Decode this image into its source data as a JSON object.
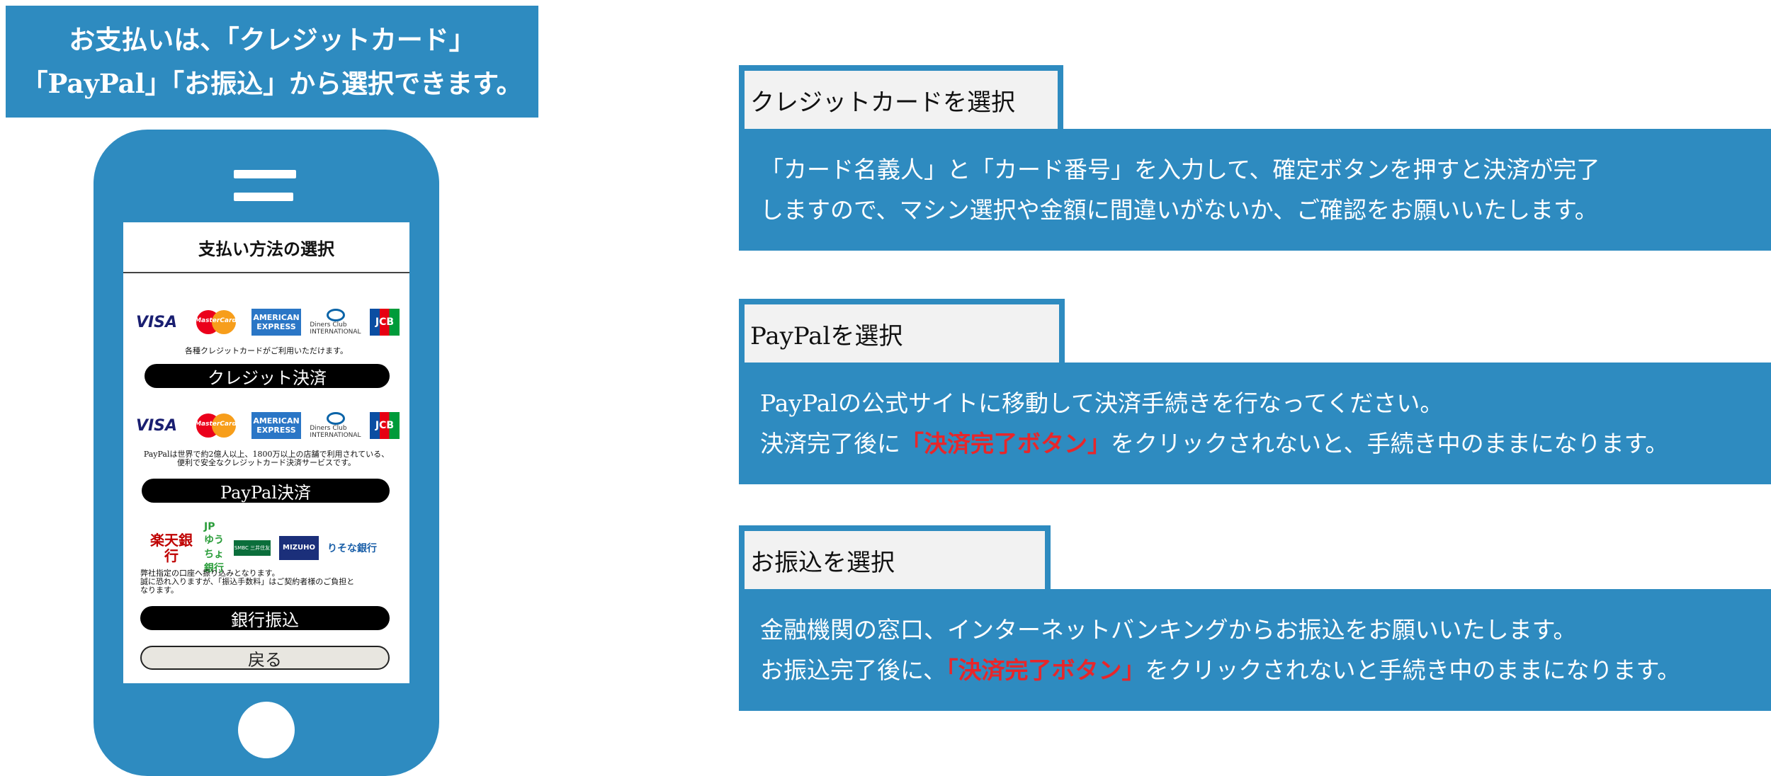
{
  "header": {
    "line1": "お支払いは、「クレジットカード」",
    "line2": "「PayPal」「お振込」から選択できます。"
  },
  "phone": {
    "screen_title": "支払い方法の選択",
    "card_logos": [
      "VISA",
      "MasterCard",
      "AMERICAN EXPRESS",
      "Diners Club INTERNATIONAL",
      "JCB"
    ],
    "credit_note": "各種クレジットカードがご利用いただけます。",
    "credit_button": "クレジット決済",
    "paypal_note_line1": "PayPalは世界で約2億人以上、1800万以上の店舗で利用されている、",
    "paypal_note_line2": "便利で安全なクレジットカード決済サービスです。",
    "paypal_button": "PayPal決済",
    "bank_logos": [
      "楽天銀行",
      "JP ゆうちょ銀行",
      "SMBC 三井住友銀行",
      "MIZUHO みずほ銀行",
      "りそな銀行"
    ],
    "bank_note_line1": "弊社指定の口座へ振り込みとなります。",
    "bank_note_line2": "誠に恐れ入りますが、「振込手数料」はご契約者様のご負担と",
    "bank_note_line3": "なります。",
    "bank_button": "銀行振込",
    "back_button": "戻る"
  },
  "sections": {
    "credit": {
      "tab": "クレジットカードを選択",
      "line1": "「カード名義人」と「カード番号」を入力して、確定ボタンを押すと決済が完了",
      "line2": "しますので、マシン選択や金額に間違いがないか、ご確認をお願いいたします。"
    },
    "paypal": {
      "tab": "PayPalを選択",
      "line1": "PayPalの公式サイトに移動して決済手続きを行なってください。",
      "line2_pre": "決済完了後に",
      "line2_red": "「決済完了ボタン」",
      "line2_post": "をクリックされないと、手続き中のままになります。"
    },
    "bank": {
      "tab": "お振込を選択",
      "line1": "金融機関の窓口、インターネットバンキングからお振込をお願いいたします。",
      "line2_pre": "お振込完了後に、",
      "line2_red": "「決済完了ボタン」",
      "line2_post": "をクリックされないと手続き中のままになります。"
    }
  },
  "colors": {
    "accent": "#2e8bc0",
    "highlight": "#e8262a"
  }
}
